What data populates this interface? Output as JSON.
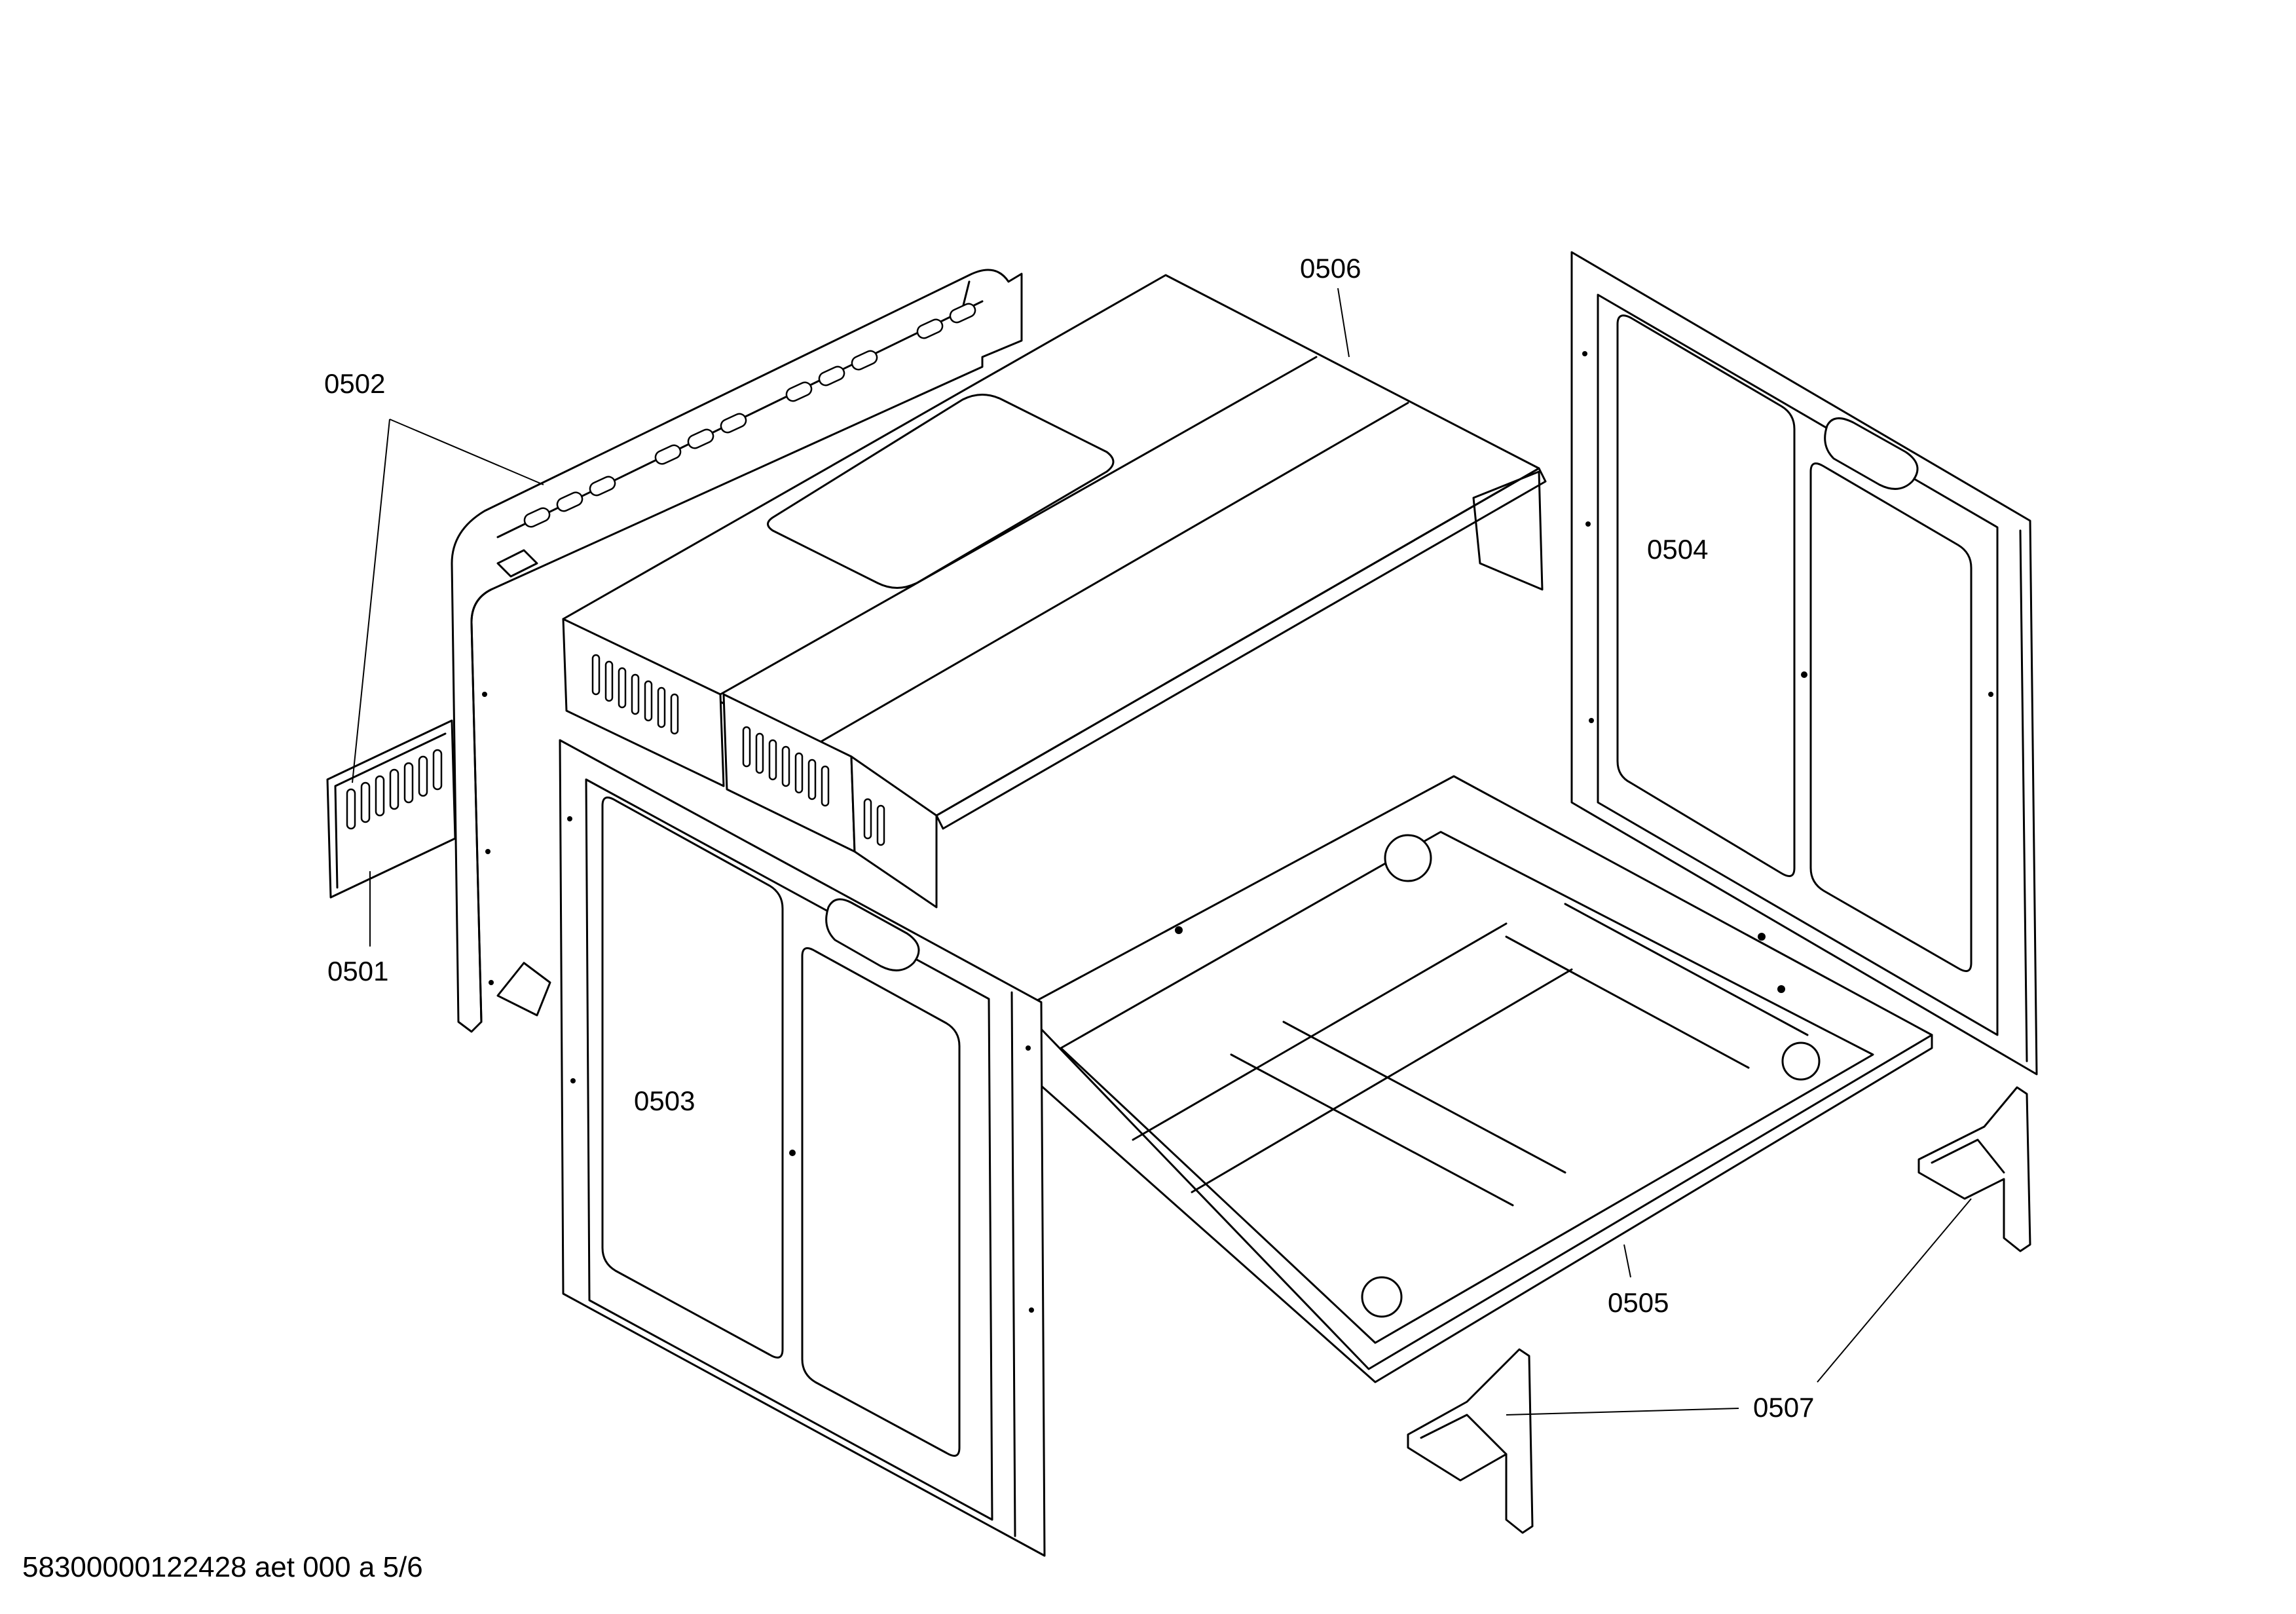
{
  "drawing": {
    "parts": [
      {
        "id": "0501"
      },
      {
        "id": "0502"
      },
      {
        "id": "0503"
      },
      {
        "id": "0504"
      },
      {
        "id": "0505"
      },
      {
        "id": "0506"
      },
      {
        "id": "0507"
      }
    ],
    "footer": "58300000122428 aet 000 a 5/6"
  }
}
